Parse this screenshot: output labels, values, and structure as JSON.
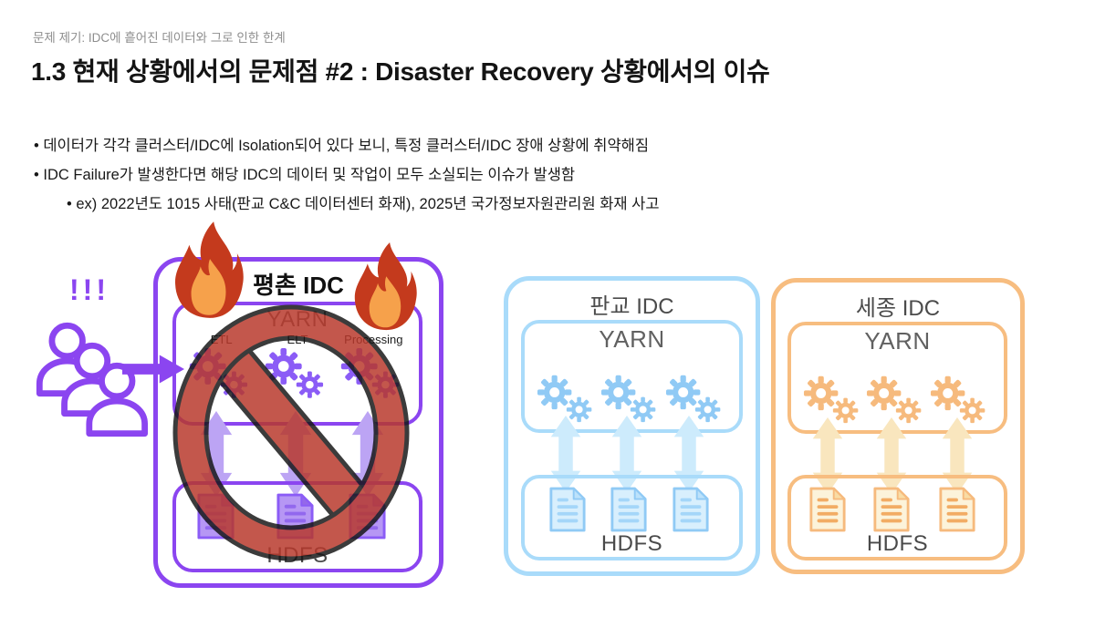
{
  "header": {
    "eyebrow": "문제 제기: IDC에 흩어진 데이터와 그로 인한 한계",
    "title": "1.3 현재 상황에서의 문제점 #2 : Disaster Recovery 상황에서의 이슈"
  },
  "bullets": {
    "b1": "• 데이터가 각각 클러스터/IDC에 Isolation되어 있다 보니, 특정 클러스터/IDC 장애 상황에 취약해짐",
    "b2": "• IDC Failure가 발생한다면 해당 IDC의 데이터 및 작업이 모두 소실되는 이슈가 발생함",
    "b2_sub": "• ex) 2022년도 1015 사태(판교 C&C 데이터센터 화재), 2025년 국가정보자원관리원 화재 사고"
  },
  "diagram": {
    "alert_marks": "!!!",
    "idc_left": {
      "name": "평촌 IDC",
      "yarn_label": "YARN",
      "jobs": [
        "ETL",
        "ELT",
        "Processing"
      ],
      "hdfs_label": "HDFS"
    },
    "idc_mid": {
      "name": "판교 IDC",
      "yarn_label": "YARN",
      "hdfs_label": "HDFS"
    },
    "idc_right": {
      "name": "세종 IDC",
      "yarn_label": "YARN",
      "hdfs_label": "HDFS"
    },
    "icons": {
      "fire": "flame-icon",
      "no_entry": "prohibition-circle-with-diagonal-bar",
      "users": "three-user-group-outline",
      "arrow_right": "solid-right-arrow",
      "gears": "large-and-small-cog-pair",
      "document": "sheet-with-folded-corner-and-text-lines",
      "updown_arrow": "double-headed-vertical-arrow"
    }
  },
  "colors": {
    "purple": "#8B45F0",
    "purple_gear": "#8B5CF6",
    "purple_arrow": "#BCA4F4",
    "purple_doc_fill": "#B697F4",
    "purple_doc_line": "#9268EE",
    "purple_doc_fold": "#9468EA",
    "blue": "#A9DBFA",
    "blue_gear": "#90CAF5",
    "blue_arrow": "#CDEBFC",
    "blue_doc_fill": "#D8EFFD",
    "blue_doc_line": "#A4D6F9",
    "blue_doc_fold": "#BCE2FB",
    "orange": "#F7BD80",
    "orange_gear": "#F6BA7D",
    "orange_arrow": "#F9E6BE",
    "orange_doc_fill": "#FCF3DA",
    "orange_doc_line": "#F2AC64",
    "orange_doc_fold": "#F9DCA4",
    "no_sign_red": "#B8382B",
    "sign_outline": "#161616",
    "fire_red": "#C43A1D",
    "fire_orange": "#F6A14B",
    "text_dark": "#141414",
    "text_gray": "#4B4B4B",
    "label_gray": "#616161",
    "eyebrow_gray": "#8E8E8E"
  }
}
